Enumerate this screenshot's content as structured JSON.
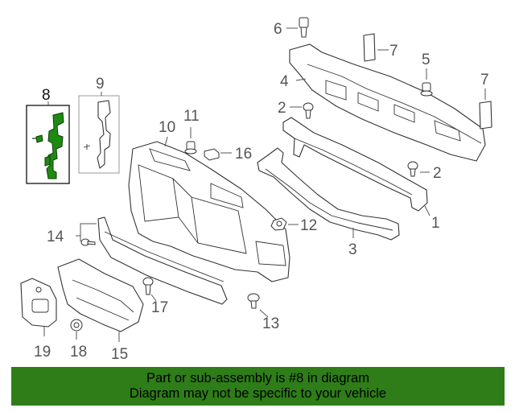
{
  "diagram": {
    "callouts": [
      {
        "id": "1",
        "text": "1"
      },
      {
        "id": "2a",
        "text": "2"
      },
      {
        "id": "2b",
        "text": "2"
      },
      {
        "id": "3",
        "text": "3"
      },
      {
        "id": "4",
        "text": "4"
      },
      {
        "id": "5",
        "text": "5"
      },
      {
        "id": "6",
        "text": "6"
      },
      {
        "id": "7a",
        "text": "7"
      },
      {
        "id": "7b",
        "text": "7"
      },
      {
        "id": "8",
        "text": "8"
      },
      {
        "id": "9",
        "text": "9"
      },
      {
        "id": "10",
        "text": "10"
      },
      {
        "id": "11",
        "text": "11"
      },
      {
        "id": "12",
        "text": "12"
      },
      {
        "id": "13",
        "text": "13"
      },
      {
        "id": "14",
        "text": "14"
      },
      {
        "id": "15",
        "text": "15"
      },
      {
        "id": "16",
        "text": "16"
      },
      {
        "id": "17",
        "text": "17"
      },
      {
        "id": "18",
        "text": "18"
      },
      {
        "id": "19",
        "text": "19"
      }
    ],
    "highlight_color": "#1f8a12"
  },
  "banner": {
    "line1": "Part or sub-assembly is #8 in diagram",
    "line2": "Diagram may not be specific to your vehicle",
    "color": "#2e7d18"
  }
}
